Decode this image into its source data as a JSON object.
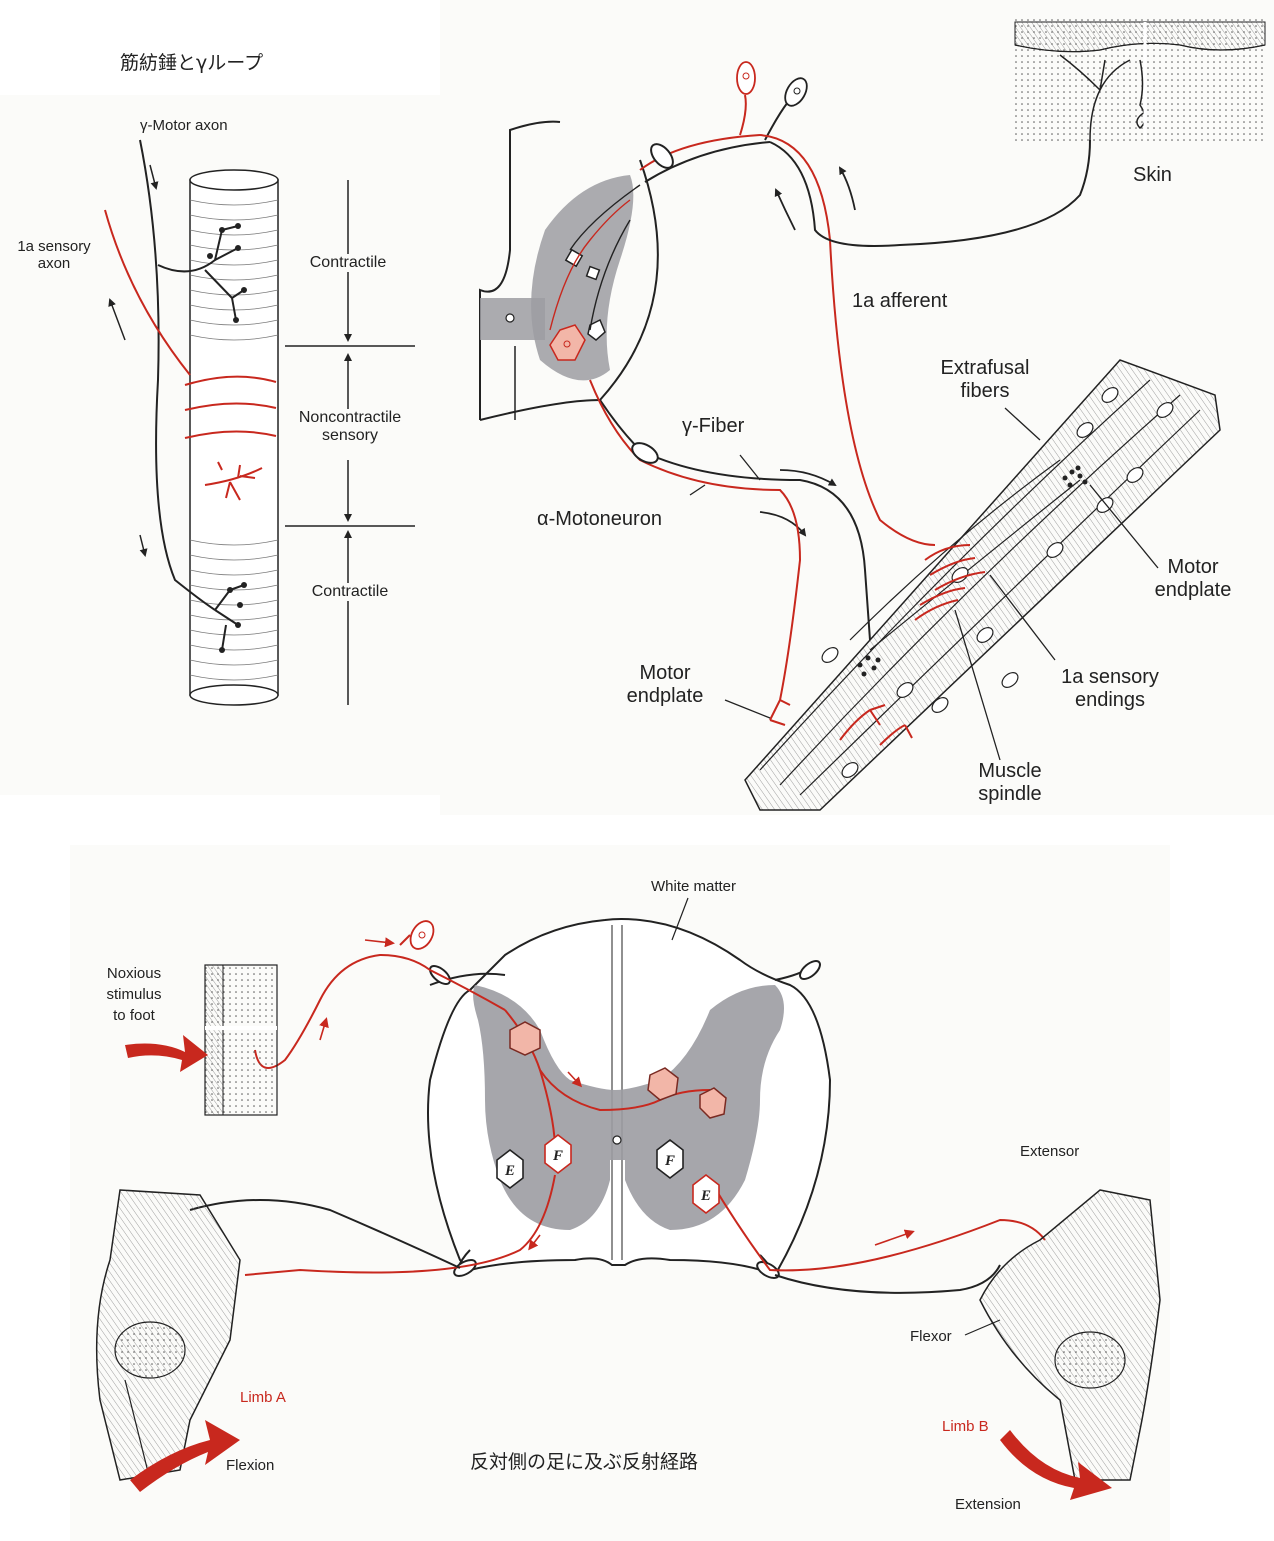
{
  "colors": {
    "ink": "#222222",
    "nerve_red": "#c8281e",
    "gray_matter": "#9c9ca2",
    "neuron_pink": "#f2b6a8"
  },
  "spindle_panel": {
    "title": "筋紡錘とγループ",
    "gamma_motor_axon": "γ-Motor axon",
    "sensory_axon_line1": "1a sensory",
    "sensory_axon_line2": "axon",
    "contractile_top": "Contractile",
    "noncontractile_line1": "Noncontractile",
    "noncontractile_line2": "sensory",
    "contractile_bottom": "Contractile"
  },
  "gamma_loop_panel": {
    "skin": "Skin",
    "afferent": "1a afferent",
    "extrafusal_line1": "Extrafusal",
    "extrafusal_line2": "fibers",
    "gamma_fiber": "γ-Fiber",
    "alpha_motoneuron": "α-Motoneuron",
    "motor_endplate_right_line1": "Motor",
    "motor_endplate_right_line2": "endplate",
    "motor_endplate_left_line1": "Motor",
    "motor_endplate_left_line2": "endplate",
    "sensory_endings_line1": "1a sensory",
    "sensory_endings_line2": "endings",
    "muscle_spindle_line1": "Muscle",
    "muscle_spindle_line2": "spindle"
  },
  "reflex_panel": {
    "white_matter": "White matter",
    "stimulus_line1": "Noxious",
    "stimulus_line2": "stimulus",
    "stimulus_line3": "to foot",
    "extensor": "Extensor",
    "flexor": "Flexor",
    "limb_a": "Limb A",
    "limb_b": "Limb B",
    "flexion": "Flexion",
    "extension": "Extension",
    "caption": "反対側の足に及ぶ反射経路",
    "neuron_e": "E",
    "neuron_f": "F"
  }
}
